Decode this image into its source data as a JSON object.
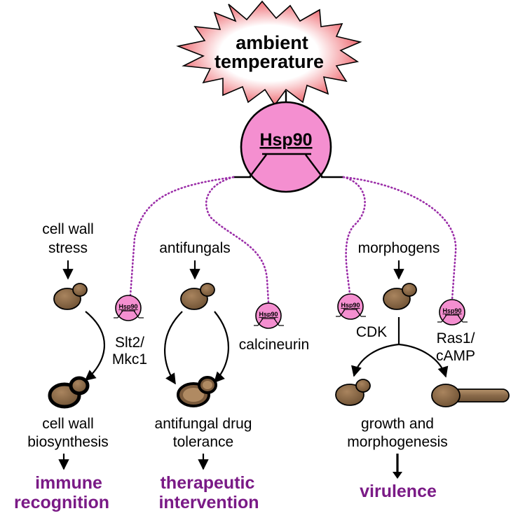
{
  "stimulus": {
    "line1": "ambient",
    "line2": "temperature"
  },
  "hub": {
    "label": "Hsp90"
  },
  "small_hsp_label": "Hsp90",
  "branches": {
    "cell_wall": {
      "input_line1": "cell wall",
      "input_line2": "stress",
      "mediator_line1": "Slt2/",
      "mediator_line2": "Mkc1",
      "result_line1": "cell wall",
      "result_line2": "biosynthesis",
      "outcome_line1": "immune",
      "outcome_line2": "recognition"
    },
    "antifungal": {
      "input": "antifungals",
      "mediator": "calcineurin",
      "result_line1": "antifungal drug",
      "result_line2": "tolerance",
      "outcome_line1": "therapeutic",
      "outcome_line2": "intervention"
    },
    "morphogen": {
      "input": "morphogens",
      "mediator_left": "CDK",
      "mediator_right_line1": "Ras1/",
      "mediator_right_line2": "cAMP",
      "result_line1": "growth and",
      "result_line2": "morphogenesis",
      "outcome": "virulence"
    }
  },
  "colors": {
    "hub_fill": "#f48fd0",
    "burst_edge": "#e8303a",
    "cell_fill": "#8a6a4a",
    "outcome_text": "#7a1a86",
    "dotted_link": "#9b2ea8"
  }
}
